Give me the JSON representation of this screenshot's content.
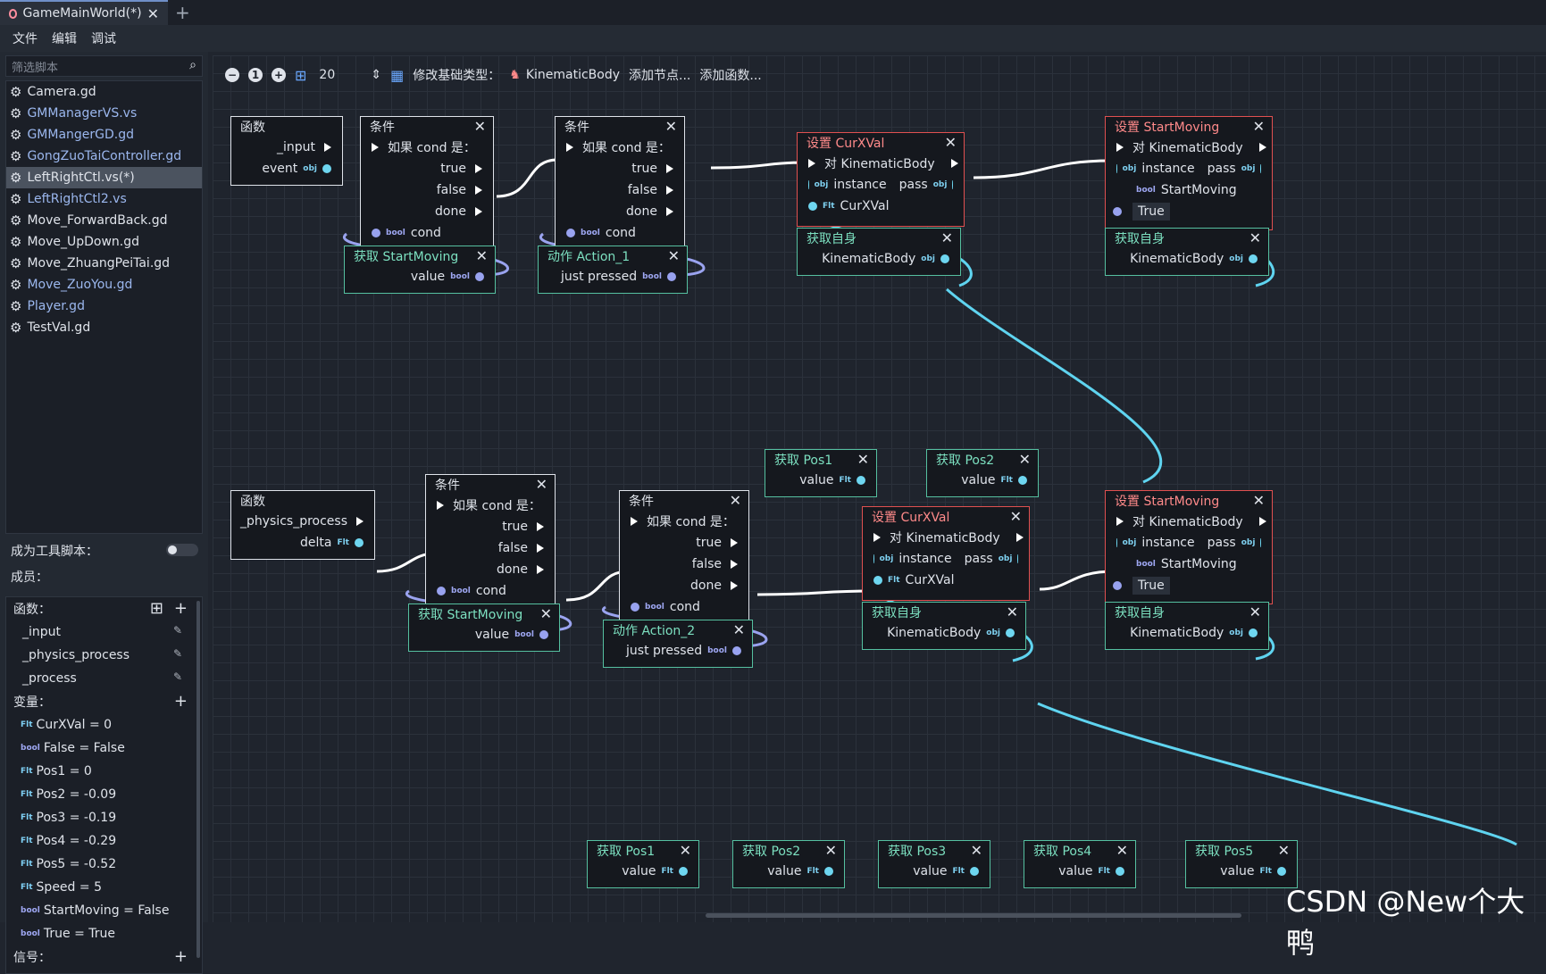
{
  "tab": {
    "title": "GameMainWorld(*)"
  },
  "menu": [
    "文件",
    "编辑",
    "调试"
  ],
  "sidebar": {
    "filter_placeholder": "筛选脚本",
    "scripts": [
      {
        "name": "Camera.gd",
        "type": "gd"
      },
      {
        "name": "GMManagerVS.vs",
        "type": "vs"
      },
      {
        "name": "GMMangerGD.gd",
        "type": "vs"
      },
      {
        "name": "GongZuoTaiController.gd",
        "type": "vs"
      },
      {
        "name": "LeftRightCtl.vs(*)",
        "type": "sel"
      },
      {
        "name": "LeftRightCtl2.vs",
        "type": "vs"
      },
      {
        "name": "Move_ForwardBack.gd",
        "type": "gd"
      },
      {
        "name": "Move_UpDown.gd",
        "type": "gd"
      },
      {
        "name": "Move_ZhuangPeiTai.gd",
        "type": "gd"
      },
      {
        "name": "Move_ZuoYou.gd",
        "type": "vs"
      },
      {
        "name": "Player.gd",
        "type": "vs"
      },
      {
        "name": "TestVal.gd",
        "type": "gd"
      }
    ],
    "tool_script_label": "成为工具脚本：",
    "members_label": "成员：",
    "functions_label": "函数：",
    "functions": [
      "_input",
      "_physics_process",
      "_process"
    ],
    "variables_label": "变量：",
    "variables": [
      {
        "type": "flt",
        "text": "CurXVal = 0"
      },
      {
        "type": "bool",
        "text": "False = False"
      },
      {
        "type": "flt",
        "text": "Pos1 = 0"
      },
      {
        "type": "flt",
        "text": "Pos2 = -0.09"
      },
      {
        "type": "flt",
        "text": "Pos3 = -0.19"
      },
      {
        "type": "flt",
        "text": "Pos4 = -0.29"
      },
      {
        "type": "flt",
        "text": "Pos5 = -0.52"
      },
      {
        "type": "flt",
        "text": "Speed = 5"
      },
      {
        "type": "bool",
        "text": "StartMoving = False"
      },
      {
        "type": "bool",
        "text": "True = True"
      }
    ],
    "signals_label": "信号："
  },
  "toolbar": {
    "zoom": "20",
    "change_base": "修改基础类型：",
    "base_type": "KinematicBody",
    "add_node": "添加节点...",
    "add_function": "添加函数..."
  },
  "labels": {
    "func": "函数",
    "cond": "条件",
    "if_cond": "如果 cond 是：",
    "true": "true",
    "false": "false",
    "done": "done",
    "cond_pin": "cond",
    "input": "_input",
    "event": "event",
    "physics": "_physics_process",
    "delta": "delta",
    "get_start": "获取 StartMoving",
    "value": "value",
    "action1": "动作 Action_1",
    "action2": "动作 Action_2",
    "just_pressed": "just pressed",
    "set_curx": "设置 CurXVal",
    "set_start": "设置 StartMoving",
    "on_kb": "对 KinematicBody",
    "instance": "instance",
    "pass": "pass",
    "curx": "CurXVal",
    "start_moving": "StartMoving",
    "true_val": "True",
    "get_self": "获取自身",
    "kb": "KinematicBody",
    "pos1": "获取 Pos1",
    "pos2": "获取 Pos2",
    "pos3": "获取 Pos3",
    "pos4": "获取 Pos4",
    "pos5": "获取 Pos5",
    "t_obj": "obj",
    "t_flt": "Flt",
    "t_bool": "bool"
  },
  "watermark": "CSDN @New个大鸭",
  "colors": {
    "accent": "#6f8fc8",
    "set_node": "#e05050",
    "get_node": "#55c0a0",
    "data_wire": "#5fd4f0",
    "bool_wire": "#9aa3ef"
  }
}
